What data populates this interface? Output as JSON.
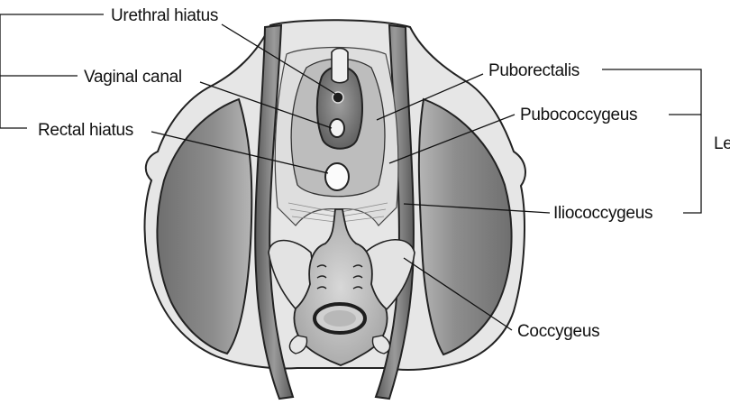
{
  "colors": {
    "ink": "#111111",
    "muscle_dark": "#7b7b7b",
    "muscle_mid": "#a9a9a9",
    "muscle_light": "#d6d6d6",
    "muscle_pale": "#e9e9e9",
    "background": "#ffffff"
  },
  "labels": {
    "urethral_hiatus": "Urethral hiatus",
    "vaginal_canal": "Vaginal canal",
    "rectal_hiatus": "Rectal hiatus",
    "puborectalis": "Puborectalis",
    "pubococcygeus": "Pubococcygeus",
    "iliococcygeus": "Iliococcygeus",
    "coccygeus": "Coccygeus",
    "levator_group_truncated": "Le"
  }
}
